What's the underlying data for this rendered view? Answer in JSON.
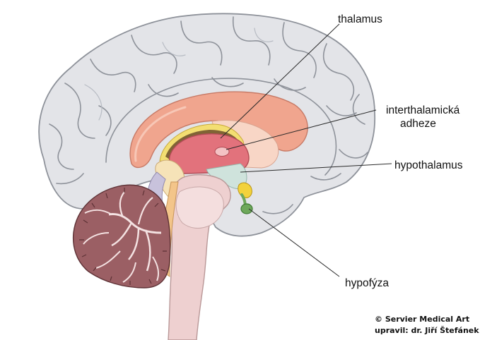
{
  "labels": {
    "thalamus": "thalamus",
    "interthalamic_line1": "interthalamická",
    "interthalamic_line2": "adheze",
    "hypothalamus": "hypothalamus",
    "hypophysis": "hypofýza"
  },
  "credits": {
    "line1": "© Servier Medical Art",
    "line2": "upravil: dr. Jiří Štefánek"
  },
  "colors": {
    "cortex": "#e3e4e8",
    "cortex_outline": "#8e929a",
    "corpus_callosum": "#f0a58e",
    "thalamus": "#e2727c",
    "interthalamic_adhesion": "#f4c2c4",
    "hypothalamus": "#cfe3dc",
    "pituitary_stalk": "#f2d23b",
    "hypophysis": "#6ea85a",
    "brainstem": "#eed0d0",
    "cerebellum": "#9b5f64",
    "fornix_yellow": "#f3de72"
  }
}
